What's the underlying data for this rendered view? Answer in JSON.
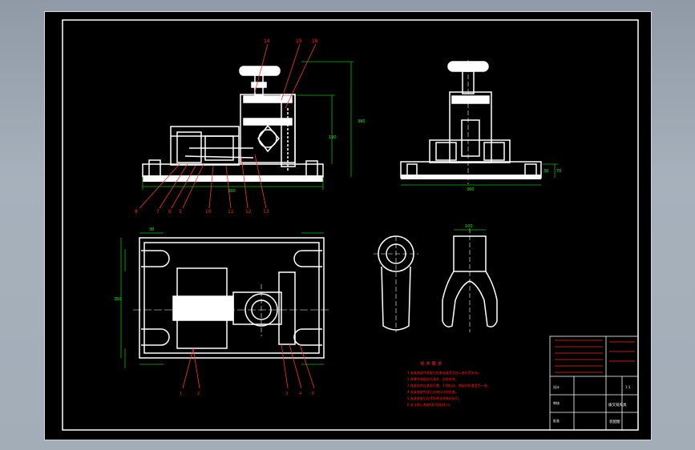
{
  "callouts_top": [
    "14",
    "15",
    "16"
  ],
  "callouts_bottom": [
    "8",
    "7",
    "6",
    "5",
    "10",
    "11",
    "12",
    "13"
  ],
  "dims": {
    "front_height": "390",
    "front_height2": "190",
    "front_width": "300",
    "side_width": "300",
    "side_right_small_a": "30",
    "side_right_small_b": "70",
    "plan_height": "350",
    "plan_corner": "30",
    "fork_top": "100"
  },
  "plan_callouts": [
    "1",
    "2",
    "3",
    "4",
    "5"
  ],
  "notes": {
    "title": "技 术 要 求",
    "lines": [
      "1.夹具各部件装配后检查夹具是否在公差0.05mm。",
      "2.各零件装配前须清洗，去除毛刺。",
      "3.各紧固件应紧固可靠，不得松动，装配时检查是否一致。",
      "4.夹具装配完成后应进行试验检查。",
      "5.夹具装配后应涂防锈油并做好标识。",
      "6.未注明公差按GB/T1804-m。"
    ]
  },
  "title_block": {
    "name_cell": "拨叉铣夹具",
    "row_a": "设计",
    "row_b": "审核",
    "row_c": "批准",
    "scale": "1:1",
    "drawing_no": "装配图"
  },
  "colors": {
    "background": "#000000",
    "geometry": "#ffffff",
    "dimension": "#00ff00",
    "callout": "#ff2020",
    "frame": "#ffffff"
  }
}
